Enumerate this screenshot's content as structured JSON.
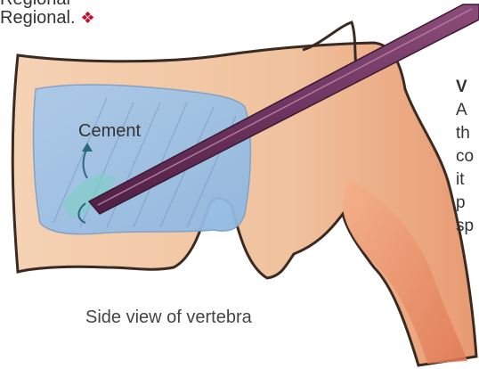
{
  "top": {
    "line1": "Regional",
    "line2": "Regional.",
    "end_mark": "❖"
  },
  "illustration": {
    "cement_label": "Cement",
    "caption": "Side view of vertebra"
  },
  "sidebar_text": {
    "heading": "V",
    "lines": [
      "A",
      "th",
      "co",
      "it",
      "p",
      "sp"
    ]
  },
  "colors": {
    "accent": "#c8102e",
    "bone_fill": "#f2c9a8",
    "cement_fill": "#9ec6e6",
    "needle": "#6b2f5b"
  }
}
